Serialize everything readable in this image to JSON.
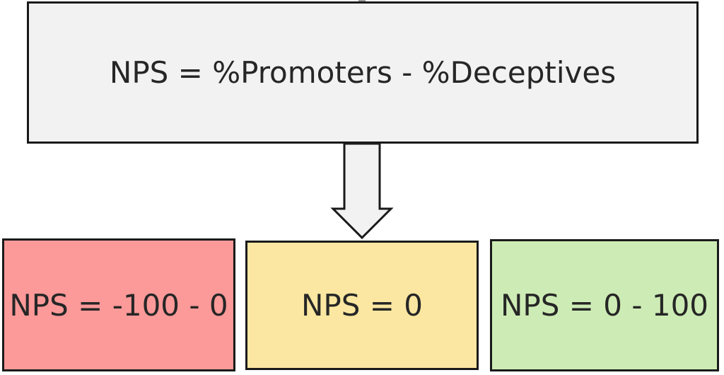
{
  "diagram": {
    "formula_box": {
      "label": "NPS = %Promoters - %Deceptives",
      "fill": "#f2f2f2"
    },
    "arrow": {
      "icon": "down-arrow-icon",
      "fill": "#f2f2f2"
    },
    "outcome_boxes": [
      {
        "id": "negative-range",
        "label": "NPS = -100 - 0",
        "fill": "#fc9a99"
      },
      {
        "id": "zero",
        "label": "NPS = 0",
        "fill": "#fbe7a1"
      },
      {
        "id": "positive-range",
        "label": "NPS = 0 - 100",
        "fill": "#cdecb5"
      }
    ],
    "colors": {
      "border": "#1a1a1a",
      "text": "#262626",
      "background": "#ffffff"
    }
  }
}
